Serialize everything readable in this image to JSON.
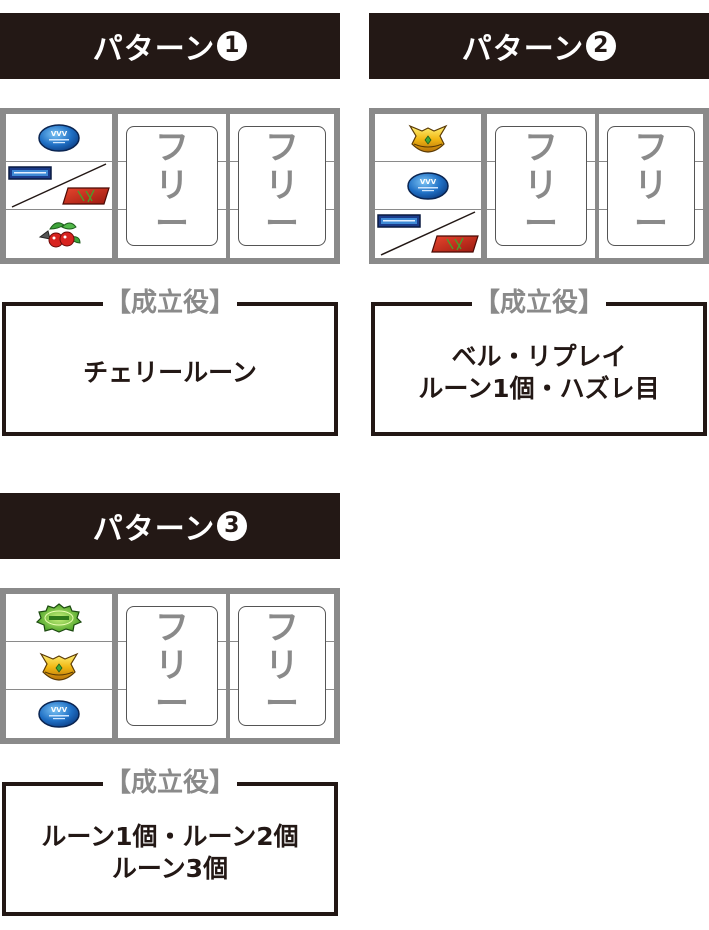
{
  "colors": {
    "header_bg": "#231815",
    "header_text": "#ffffff",
    "reel_frame": "#8a8a8a",
    "free_text": "#8a8a8a",
    "result_border": "#231815",
    "result_label": "#8a8a8a",
    "result_text": "#231815"
  },
  "patterns": [
    {
      "title": "パターン",
      "number": "1",
      "reel1_cells": [
        {
          "symbols": [
            "blue-oval-replay"
          ]
        },
        {
          "symbols": [
            "blue-bar",
            "red-seven"
          ],
          "divider": "diagonal"
        },
        {
          "symbols": [
            "cherry"
          ]
        }
      ],
      "reel2_label": [
        "フ",
        "リ",
        "ー"
      ],
      "reel3_label": [
        "フ",
        "リ",
        "ー"
      ],
      "result_label": "【成立役】",
      "result_lines": [
        "チェリールーン"
      ]
    },
    {
      "title": "パターン",
      "number": "2",
      "reel1_cells": [
        {
          "symbols": [
            "gold-bell"
          ]
        },
        {
          "symbols": [
            "blue-oval-replay"
          ]
        },
        {
          "symbols": [
            "blue-bar",
            "red-seven"
          ],
          "divider": "diagonal"
        }
      ],
      "reel2_label": [
        "フ",
        "リ",
        "ー"
      ],
      "reel3_label": [
        "フ",
        "リ",
        "ー"
      ],
      "result_label": "【成立役】",
      "result_lines": [
        "ベル・リプレイ",
        "ルーン1個・ハズレ目"
      ]
    },
    {
      "title": "パターン",
      "number": "3",
      "reel1_cells": [
        {
          "symbols": [
            "green-rune"
          ]
        },
        {
          "symbols": [
            "gold-bell"
          ]
        },
        {
          "symbols": [
            "blue-oval-replay"
          ]
        }
      ],
      "reel2_label": [
        "フ",
        "リ",
        "ー"
      ],
      "reel3_label": [
        "フ",
        "リ",
        "ー"
      ],
      "result_label": "【成立役】",
      "result_lines": [
        "ルーン1個・ルーン2個",
        "ルーン3個"
      ]
    }
  ]
}
